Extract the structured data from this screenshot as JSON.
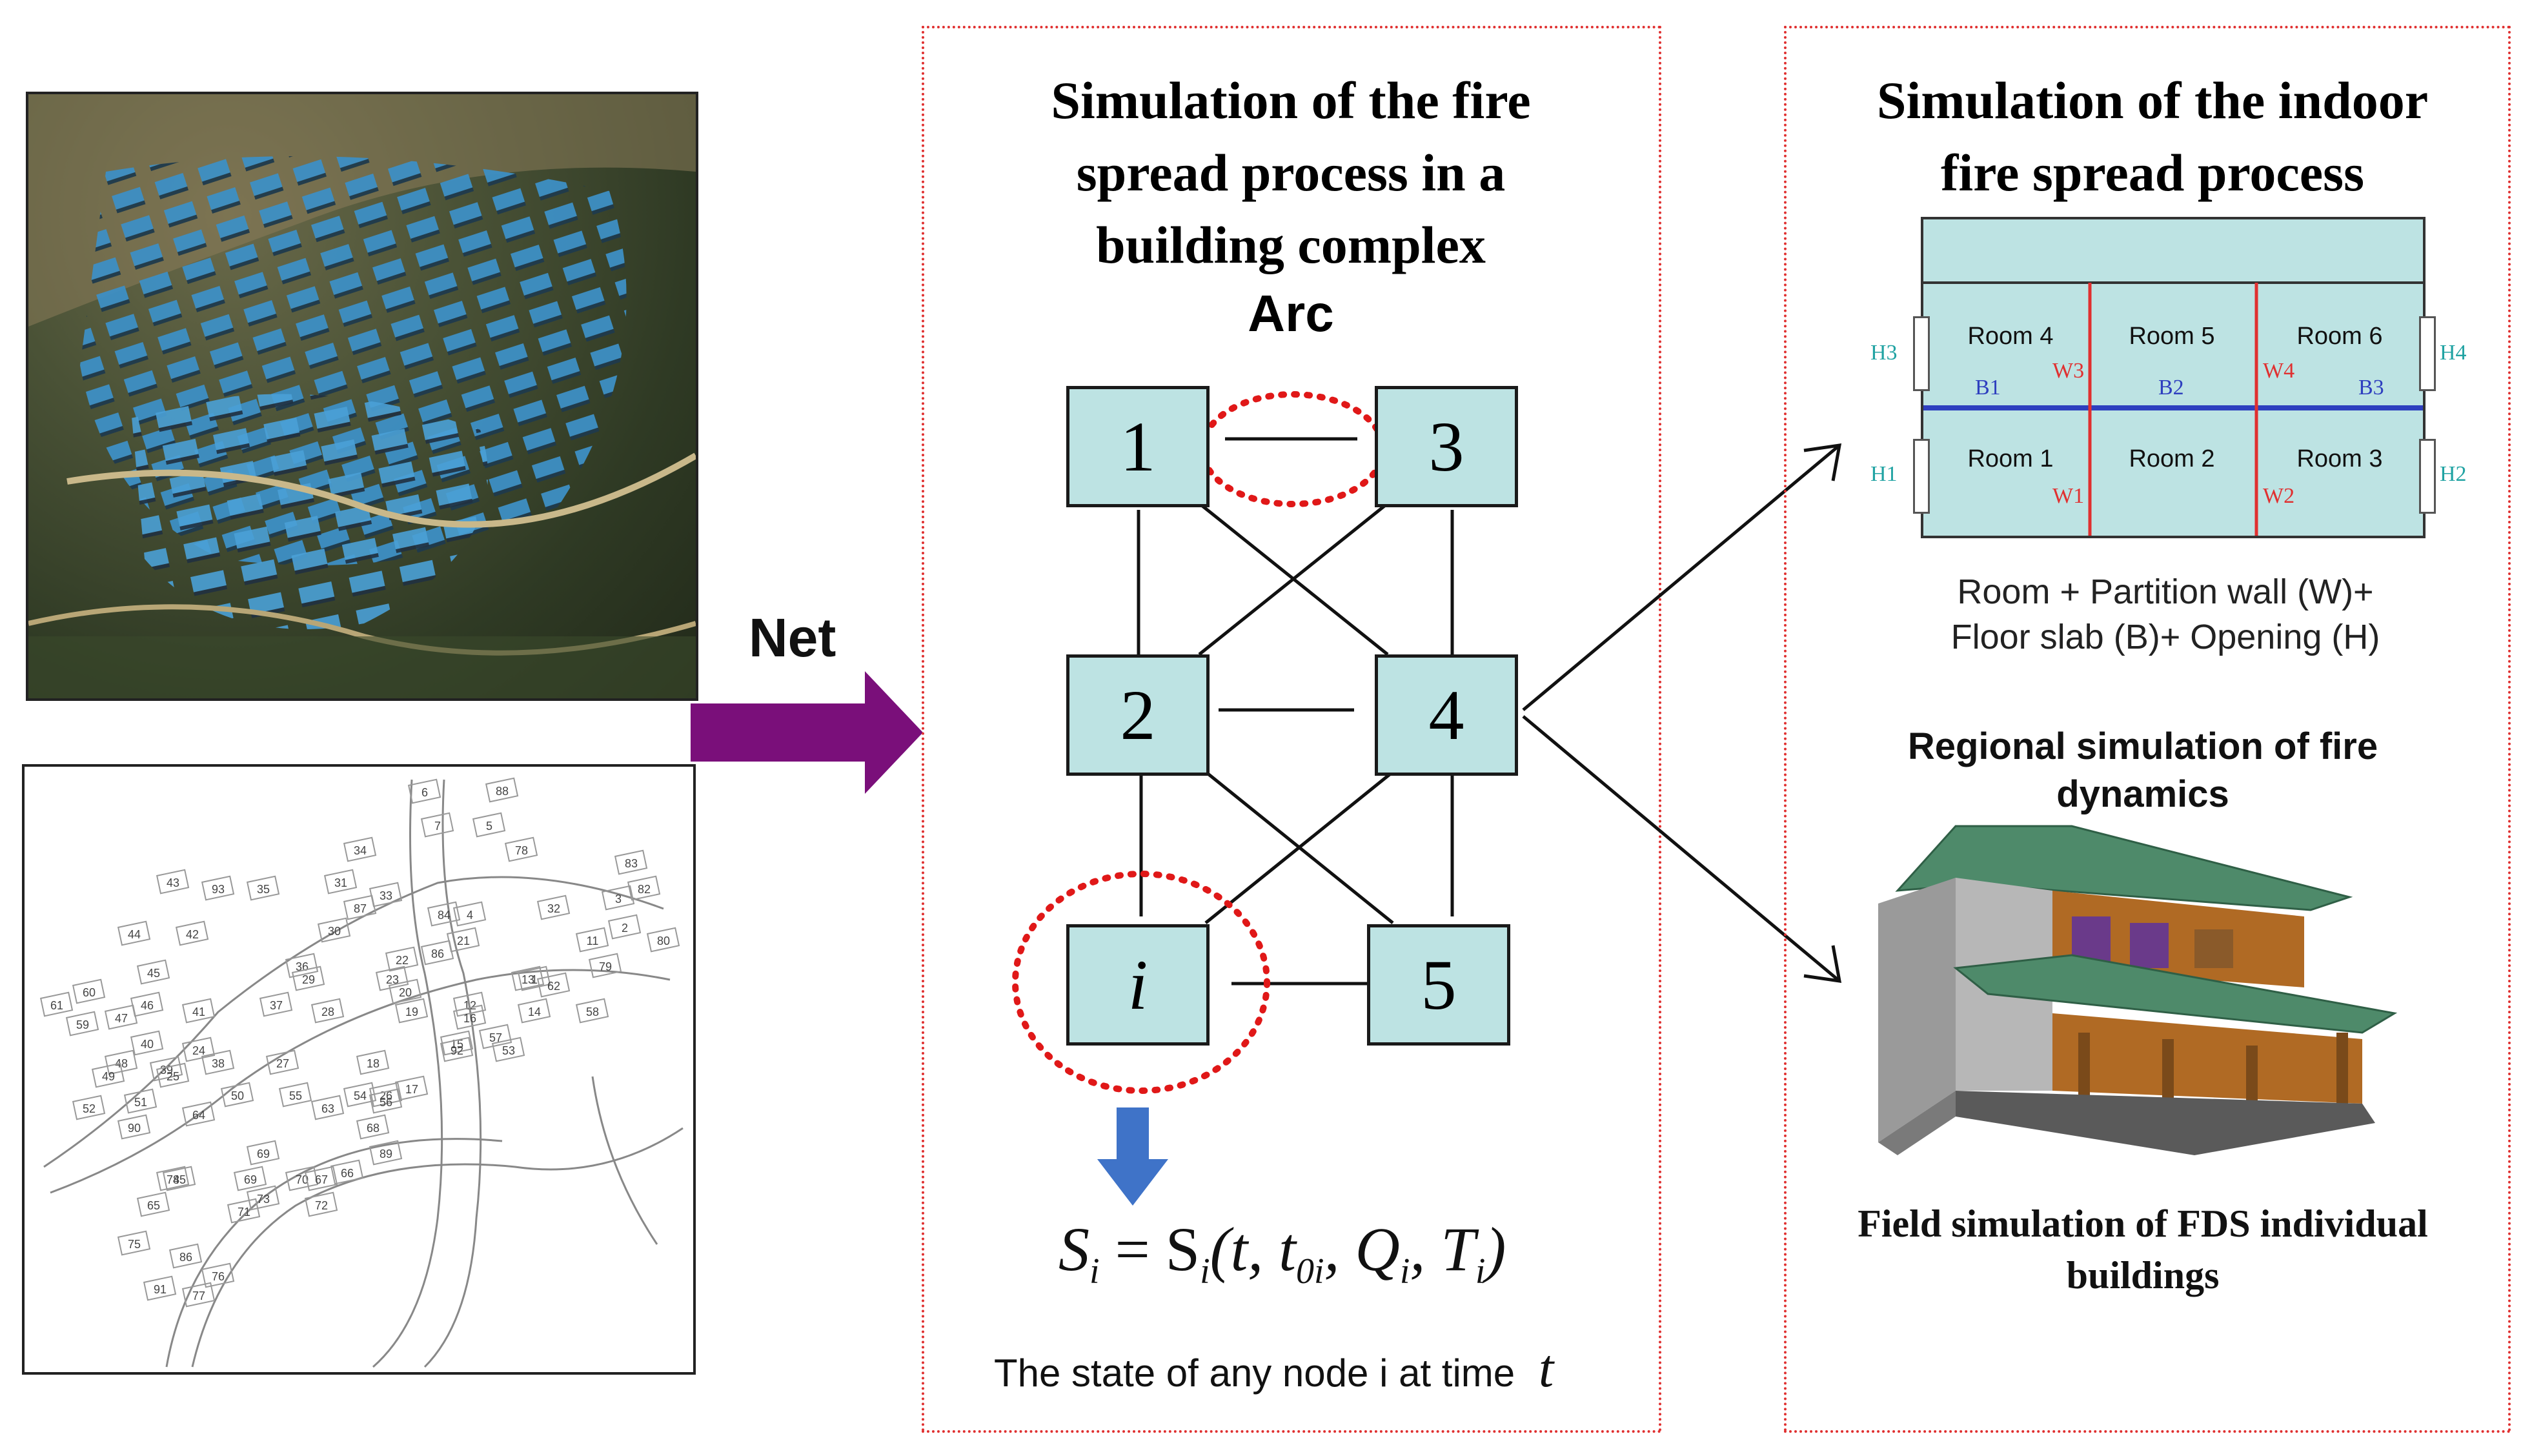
{
  "left": {
    "aerial_photo": "aerial photo of village",
    "map_numbers": [
      "6",
      "88",
      "7",
      "5",
      "78",
      "34",
      "33",
      "32",
      "84",
      "4",
      "83",
      "43",
      "93",
      "35",
      "31",
      "87",
      "3",
      "82",
      "22",
      "86",
      "44",
      "42",
      "30",
      "21",
      "11",
      "2",
      "80",
      "45",
      "36",
      "29",
      "23",
      "1",
      "79",
      "61",
      "60",
      "46",
      "41",
      "37",
      "28",
      "20",
      "12",
      "13",
      "62",
      "59",
      "47",
      "40",
      "24",
      "19",
      "16",
      "14",
      "58",
      "48",
      "39",
      "38",
      "27",
      "18",
      "15",
      "57",
      "49",
      "25",
      "26",
      "17",
      "92",
      "53",
      "52",
      "51",
      "50",
      "55",
      "54",
      "56",
      "90",
      "64",
      "63",
      "68",
      "69",
      "89",
      "74",
      "69",
      "70",
      "67",
      "65",
      "85",
      "73",
      "72",
      "66",
      "75",
      "71",
      "86",
      "76",
      "91",
      "77"
    ]
  },
  "arrow_net": {
    "label": "Net"
  },
  "middle": {
    "title": "Simulation of the fire spread process in a building complex",
    "subtitle": "Arc",
    "nodes": [
      "1",
      "3",
      "2",
      "4",
      "i",
      "5"
    ],
    "formula_lhs": "S",
    "formula_sub": "i",
    "formula_rhs": "= S",
    "formula_args": "(t, t",
    "formula_args2": "0i",
    "formula_args3": ", Q",
    "formula_args4": "i",
    "formula_args5": ", T",
    "formula_args6": "i",
    "formula_close": ")",
    "caption": "The state of any node i at time",
    "caption_t": "t"
  },
  "right": {
    "title": "Simulation of the indoor fire spread process",
    "rooms": [
      "Room 4",
      "Room 5",
      "Room 6",
      "Room 1",
      "Room 2",
      "Room 3"
    ],
    "walls": [
      "W3",
      "W4",
      "W1",
      "W2"
    ],
    "slabs": [
      "B1",
      "B2",
      "B3"
    ],
    "openings": [
      "H3",
      "H4",
      "H1",
      "H2"
    ],
    "legend_line1": "Room + Partition wall (W)+",
    "legend_line2": "Floor slab (B)+ Opening (H)",
    "regional_title": "Regional simulation of fire dynamics",
    "field_title": "Field simulation of FDS individual buildings"
  },
  "colors": {
    "panel_border": "#e03030",
    "node_fill": "#bde3e3",
    "net_arrow": "#7a0f7a",
    "down_arrow": "#3f73c8",
    "wall_red": "#e03030",
    "slab_blue": "#2e3fbf",
    "opening_teal": "#21a3a3"
  }
}
